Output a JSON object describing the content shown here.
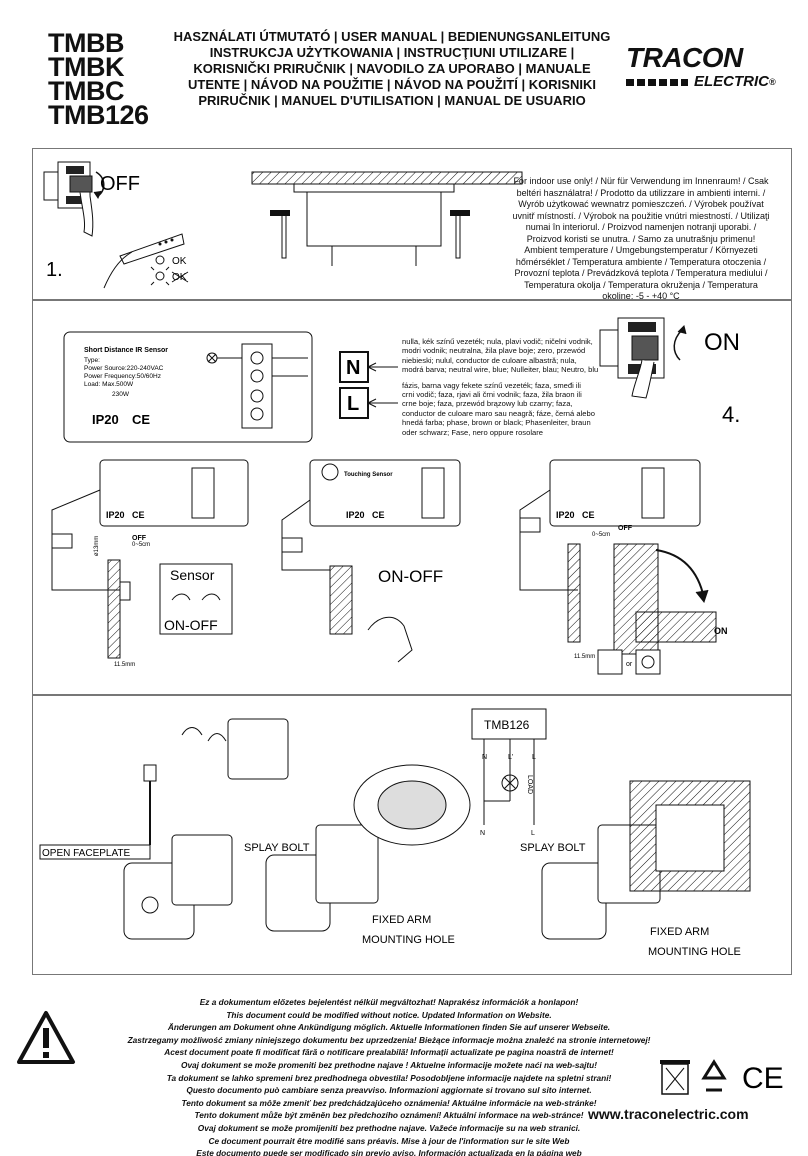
{
  "header": {
    "models": [
      "TMBB",
      "TMBK",
      "TMBC",
      "TMB126"
    ],
    "title_lines": [
      "HASZNÁLATI ÚTMUTATÓ | USER MANUAL | BEDIENUNGSANLEITUNG",
      "INSTRUKCJA UŻYTKOWANIA | INSTRUCŢIUNI UTILIZARE |",
      "KORISNIČKI PRIRUČNIK | NAVODILO ZA UPORABO | MANUALE",
      "UTENTE | NÁVOD NA POUŽITIE | NÁVOD NA POUŽITÍ | KORISNIKI",
      "PRIRUČNIK | MANUEL D'UTILISATION | MANUAL DE USUARIO"
    ],
    "logo_brand": "TRACON",
    "logo_sub": "ELECTRIC",
    "logo_reg": "®"
  },
  "step1": {
    "off_label": "OFF",
    "number": "1.",
    "ok_label": "OK",
    "not_ok_label": "OK"
  },
  "indoor_text": [
    "For indoor use only! / Nür für Verwendung im Innenraum! / Csak",
    "beltéri használatra! / Prodotto da utilizzare in ambienti interni. /",
    "Wyrób użytkować wewnatrz pomieszczeń. / Výrobek používat",
    "uvnitř místností. / Výrobok na použitie vnútri miestností. / Utilizaţi",
    "numai în interiorul. / Proizvod namenjen notranji uporabi. /",
    "Proizvod koristi se unutra. / Samo za unutrašnju primenu!",
    "Ambient temperature / Umgebungstemperatur / Környezeti",
    "hőmérséklet / Temperatura ambiente / Temperatura otoczenia /",
    "Provozní teplota / Prevádzková teplota / Temperatura mediului /",
    "Temperatura okolja / Temperatura okruženja / Temperatura",
    "okoline: -5 - +40 °C"
  ],
  "sensor_label": {
    "title": "Short Distance IR Sensor",
    "type": "Type:",
    "power_source": "Power Source:220-240VAC",
    "power_frequency": "Power Frequency:50/60Hz",
    "load": "Load: Max.500W",
    "watt": "230W",
    "ip": "IP20",
    "ce": "CE"
  },
  "wiring": {
    "n_letter": "N",
    "l_letter": "L",
    "n_text": [
      "nulla, kék színű vezeték; nula, plavi vodič; ničelni vodnik,",
      "modri vodnik; neutralna, žila plave boje; zero, przewód",
      "niebieski; nulul, conductor de culoare albastră; nula,",
      "modrá barva; neutral wire, blue; Nulleiter, blau; Neutro, blu"
    ],
    "l_text": [
      "fázis, barna vagy fekete színű vezeték; faza, smeđi ili",
      "crni vodič; faza, rjavi ali črni vodnik; faza, žila braon ili",
      "crne boje; faza, przewód brązowy lub czarny; faza,",
      "conductor de culoare maro sau neagră; fáze, černá alebo",
      "hnedá farba; phase, brown or black; Phasenleiter, braun",
      "oder schwarz; Fase, nero oppure rosolare"
    ]
  },
  "step4": {
    "on_label": "ON",
    "number": "4."
  },
  "panel2": {
    "touch_title": "Touching Sensor",
    "dim_13": "ø13mm",
    "dim_05": "0~5cm",
    "dim_115": "11.5mm",
    "off": "OFF",
    "on": "ON",
    "sensor": "Sensor",
    "on_off": "ON-OFF",
    "or": "or"
  },
  "panel3": {
    "open_faceplate": "OPEN FACEPLATE",
    "splay_bolt": "SPLAY BOLT",
    "fixed_arm": "FIXED ARM",
    "mounting_hole": "MOUNTING HOLE",
    "tmb_box": "TMB126",
    "n": "N",
    "l_out": "L'",
    "l": "L",
    "load": "LOAD"
  },
  "footer": {
    "disclaimer": [
      "Ez a dokumentum előzetes bejelentést nélkül megváltozhat! Naprakész információk a honlapon!",
      "This document could be modified without notice. Updated Information on Website.",
      "Änderungen am Dokument ohne Ankündigung möglich. Aktuelle Informationen finden Sie auf unserer Webseite.",
      "Zastrzegamy możliwość zmiany niniejszego dokumentu bez uprzedzenia! Bieżące informacje można znaleźć na stronie internetowej!",
      "Acest document poate fi modificat fără o notificare prealabilă! Informații actualizate pe pagina noastră de internet!",
      "Ovaj dokument se može promeniti bez prethodne najave ! Aktuelne informacije možete naći na web-sajtu!",
      "Ta dokument se lahko spremeni brez predhodnega obvestila! Posodobljene informacije najdete na spletni strani!",
      "Questo documento può cambiare senza preavviso. Informazioni aggiornate si trovano sul sito internet.",
      "Tento dokument sa môže zmeniť bez predchádzajúceho oznámenia! Aktuálne informácie na web-stránke!",
      "Tento dokument může být změněn bez předchozího oznámení! Aktuální informace na web-stránce!",
      "Ovaj dokument se može promijeniti bez prethodne najave. Važeće informacije su na web stranici.",
      "Ce document pourrait être modifié sans préavis. Mise à jour de l'information sur le site Web",
      "Este documento puede ser modificado sin previo aviso. Información actualizada en la página web"
    ],
    "url": "www.traconelectric.com",
    "ce_mark": "CE"
  }
}
